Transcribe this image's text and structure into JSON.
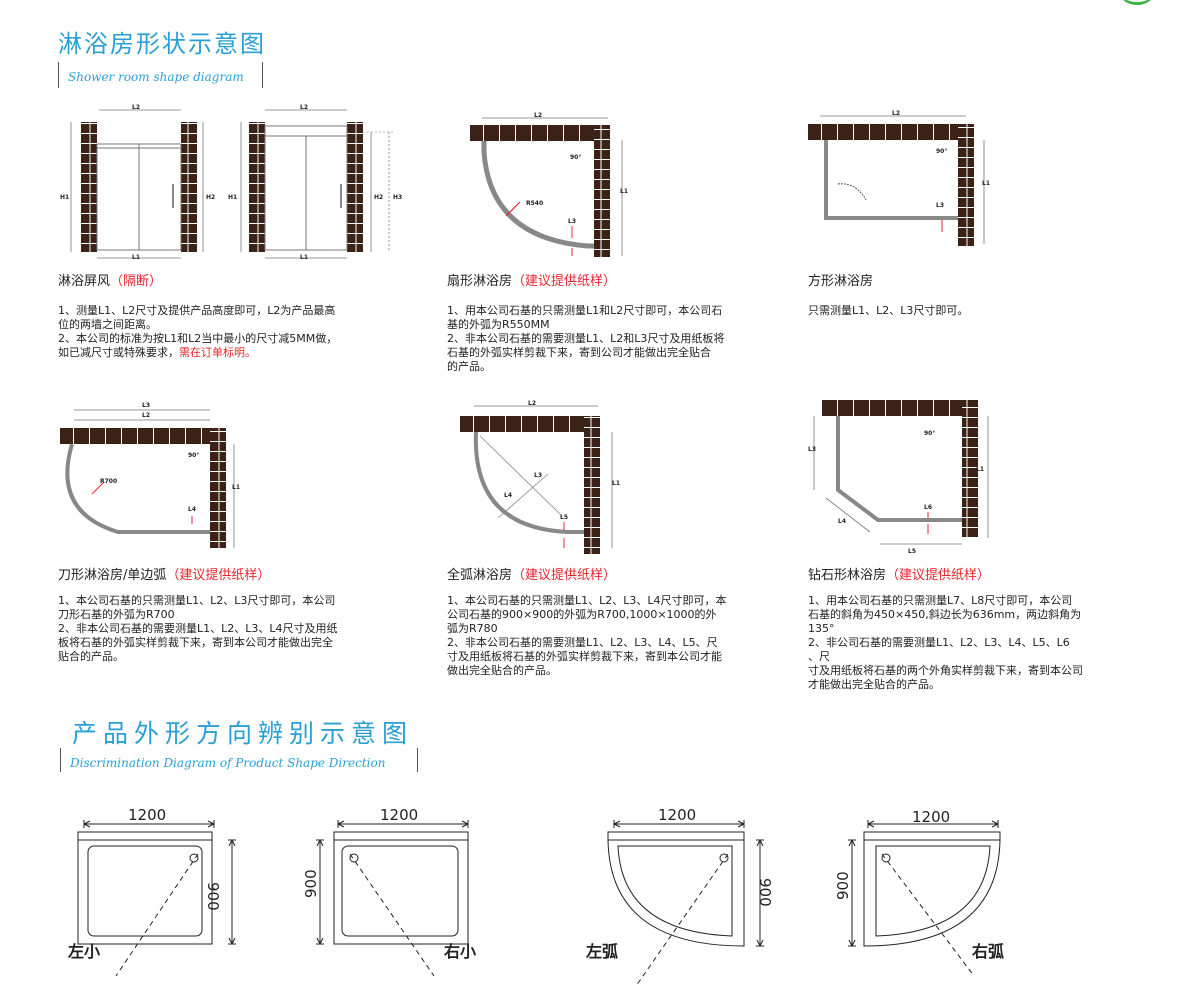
{
  "header": {
    "title": "淋浴房形状示意图",
    "subtitle": "Shower room shape diagram"
  },
  "shapes": [
    {
      "name": "淋浴屏风",
      "note": "（隔断）",
      "lines": [
        "1、测量L1、L2尺寸及提供产品高度即可，L2为产品最高",
        "位的两墙之间距离。",
        "2、本公司的标准为按L1和L2当中最小的尺寸减5MM做，"
      ],
      "line4_text": "如已减尺寸或特殊要求，",
      "line4_red": "需在订单标明。",
      "labels": {
        "l1": "L1",
        "l2": "L2",
        "h1": "H1",
        "h2": "H2",
        "h3": "H3"
      }
    },
    {
      "name": "扇形淋浴房",
      "note": "（建议提供纸样）",
      "lines": [
        "1、用本公司石基的只需测量L1和L2尺寸即可，本公司石",
        "基的外弧为R550MM",
        "2、非本公司石基的需要测量L1、L2和L3尺寸及用纸板将",
        "石基的外弧实样剪裁下来，寄到公司才能做出完全贴合",
        "的产品。"
      ],
      "labels": {
        "l1": "L1",
        "l2": "L2",
        "l3": "L3",
        "r": "R540",
        "angle": "90°"
      }
    },
    {
      "name": "方形淋浴房",
      "note": "",
      "lines": [
        "只需测量L1、L2、L3尺寸即可。"
      ],
      "labels": {
        "l1": "L1",
        "l2": "L2",
        "l3": "L3",
        "angle": "90°"
      }
    },
    {
      "name": "刀形淋浴房/单边弧",
      "note": "（建议提供纸样）",
      "lines": [
        "1、本公司石基的只需测量L1、L2、L3尺寸即可，本公司",
        "刀形石基的外弧为R700",
        "2、非本公司石基的需要测量L1、L2、L3、L4尺寸及用纸",
        "板将石基的外弧实样剪裁下来，寄到本公司才能做出完全",
        "贴合的产品。"
      ],
      "labels": {
        "l1": "L1",
        "l2": "L2",
        "l3": "L3",
        "l4": "L4",
        "r": "R700",
        "angle": "90°"
      }
    },
    {
      "name": "全弧淋浴房",
      "note": "（建议提供纸样）",
      "lines": [
        "1、本公司石基的只需测量L1、L2、L3、L4尺寸即可，本",
        "公司石基的900×900的外弧为R700,1000×1000的外",
        "弧为R780",
        "2、非本公司石基的需要测量L1、L2、L3、L4、L5、尺",
        "寸及用纸板将石基的外弧实样剪裁下来，寄到本公司才能",
        "做出完全贴合的产品。"
      ],
      "labels": {
        "l1": "L1",
        "l2": "L2",
        "l3": "L3",
        "l4": "L4",
        "l5": "L5"
      }
    },
    {
      "name": "钻石形林浴房",
      "note": "（建议提供纸样）",
      "lines": [
        "1、用本公司石基的只需测量L7、L8尺寸即可，本公司",
        "石基的斜角为450×450,斜边长为636mm，两边斜角为",
        "135°",
        "2、非公司石基的需要测量L1、L2、L3、L4、L5、L6",
        "、尺",
        "寸及用纸板将石基的两个外角实样剪裁下来，寄到本公司",
        "才能做出完全贴合的产品。"
      ],
      "labels": {
        "l1": "L1",
        "l3": "L3",
        "l4": "L4",
        "l5": "L5",
        "l6": "L6",
        "angle": "90°"
      }
    }
  ],
  "direction": {
    "title": "产品外形方向辨别示意图",
    "subtitle": "Discrimination Diagram of Product Shape Direction",
    "items": [
      {
        "label": "左小",
        "width": "1200",
        "depth": "900"
      },
      {
        "label": "右小",
        "width": "1200",
        "depth": "900"
      },
      {
        "label": "左弧",
        "width": "1200",
        "depth": "900"
      },
      {
        "label": "右弧",
        "width": "1200",
        "depth": "900"
      }
    ]
  },
  "colors": {
    "accent": "#2a9fd6",
    "red": "#e8262d",
    "wall": "#3b2116",
    "green": "#3db34a"
  }
}
